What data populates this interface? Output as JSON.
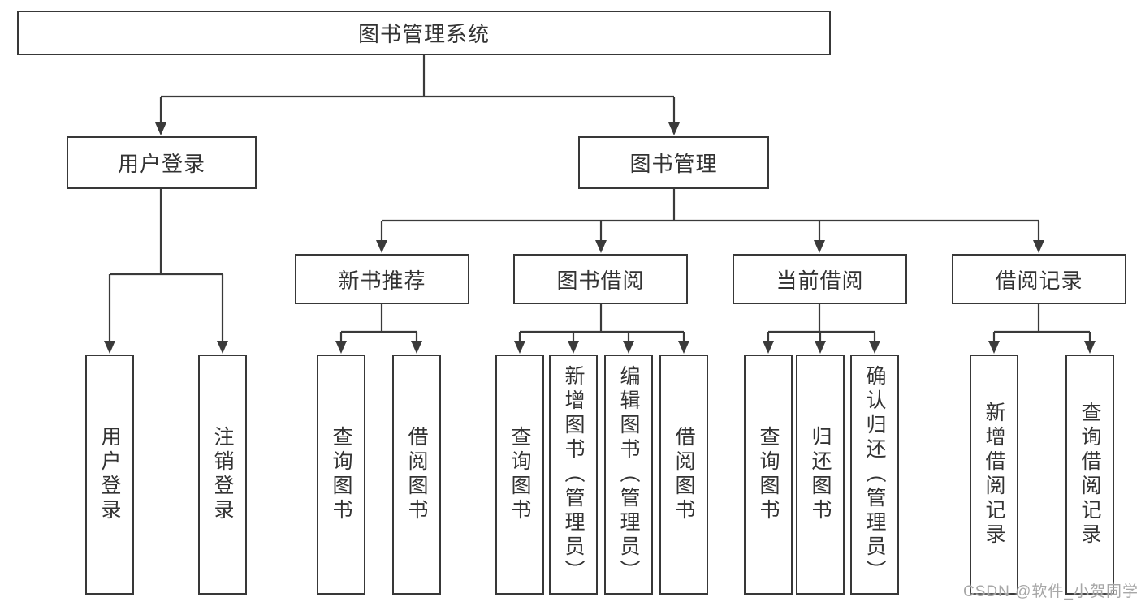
{
  "diagram": {
    "root": {
      "label": "图书管理系统"
    },
    "level2": [
      {
        "label": "用户登录"
      },
      {
        "label": "图书管理"
      }
    ],
    "level3": [
      {
        "label": "新书推荐"
      },
      {
        "label": "图书借阅"
      },
      {
        "label": "当前借阅"
      },
      {
        "label": "借阅记录"
      }
    ],
    "leaves": {
      "user_login": [
        {
          "label": "用户登录"
        },
        {
          "label": "注销登录"
        }
      ],
      "new_book_recommend": [
        {
          "label": "查询图书"
        },
        {
          "label": "借阅图书"
        }
      ],
      "book_borrow": [
        {
          "label": "查询图书"
        },
        {
          "label": "新增图书（管理员）"
        },
        {
          "label": "编辑图书（管理员）"
        },
        {
          "label": "借阅图书"
        }
      ],
      "current_borrow": [
        {
          "label": "查询图书"
        },
        {
          "label": "归还图书"
        },
        {
          "label": "确认归还（管理员）"
        }
      ],
      "borrow_records": [
        {
          "label": "新增借阅记录"
        },
        {
          "label": "查询借阅记录"
        }
      ]
    },
    "line_color": "#3a3a3a"
  },
  "watermark": {
    "text": "CSDN @软件_小贺同学"
  }
}
